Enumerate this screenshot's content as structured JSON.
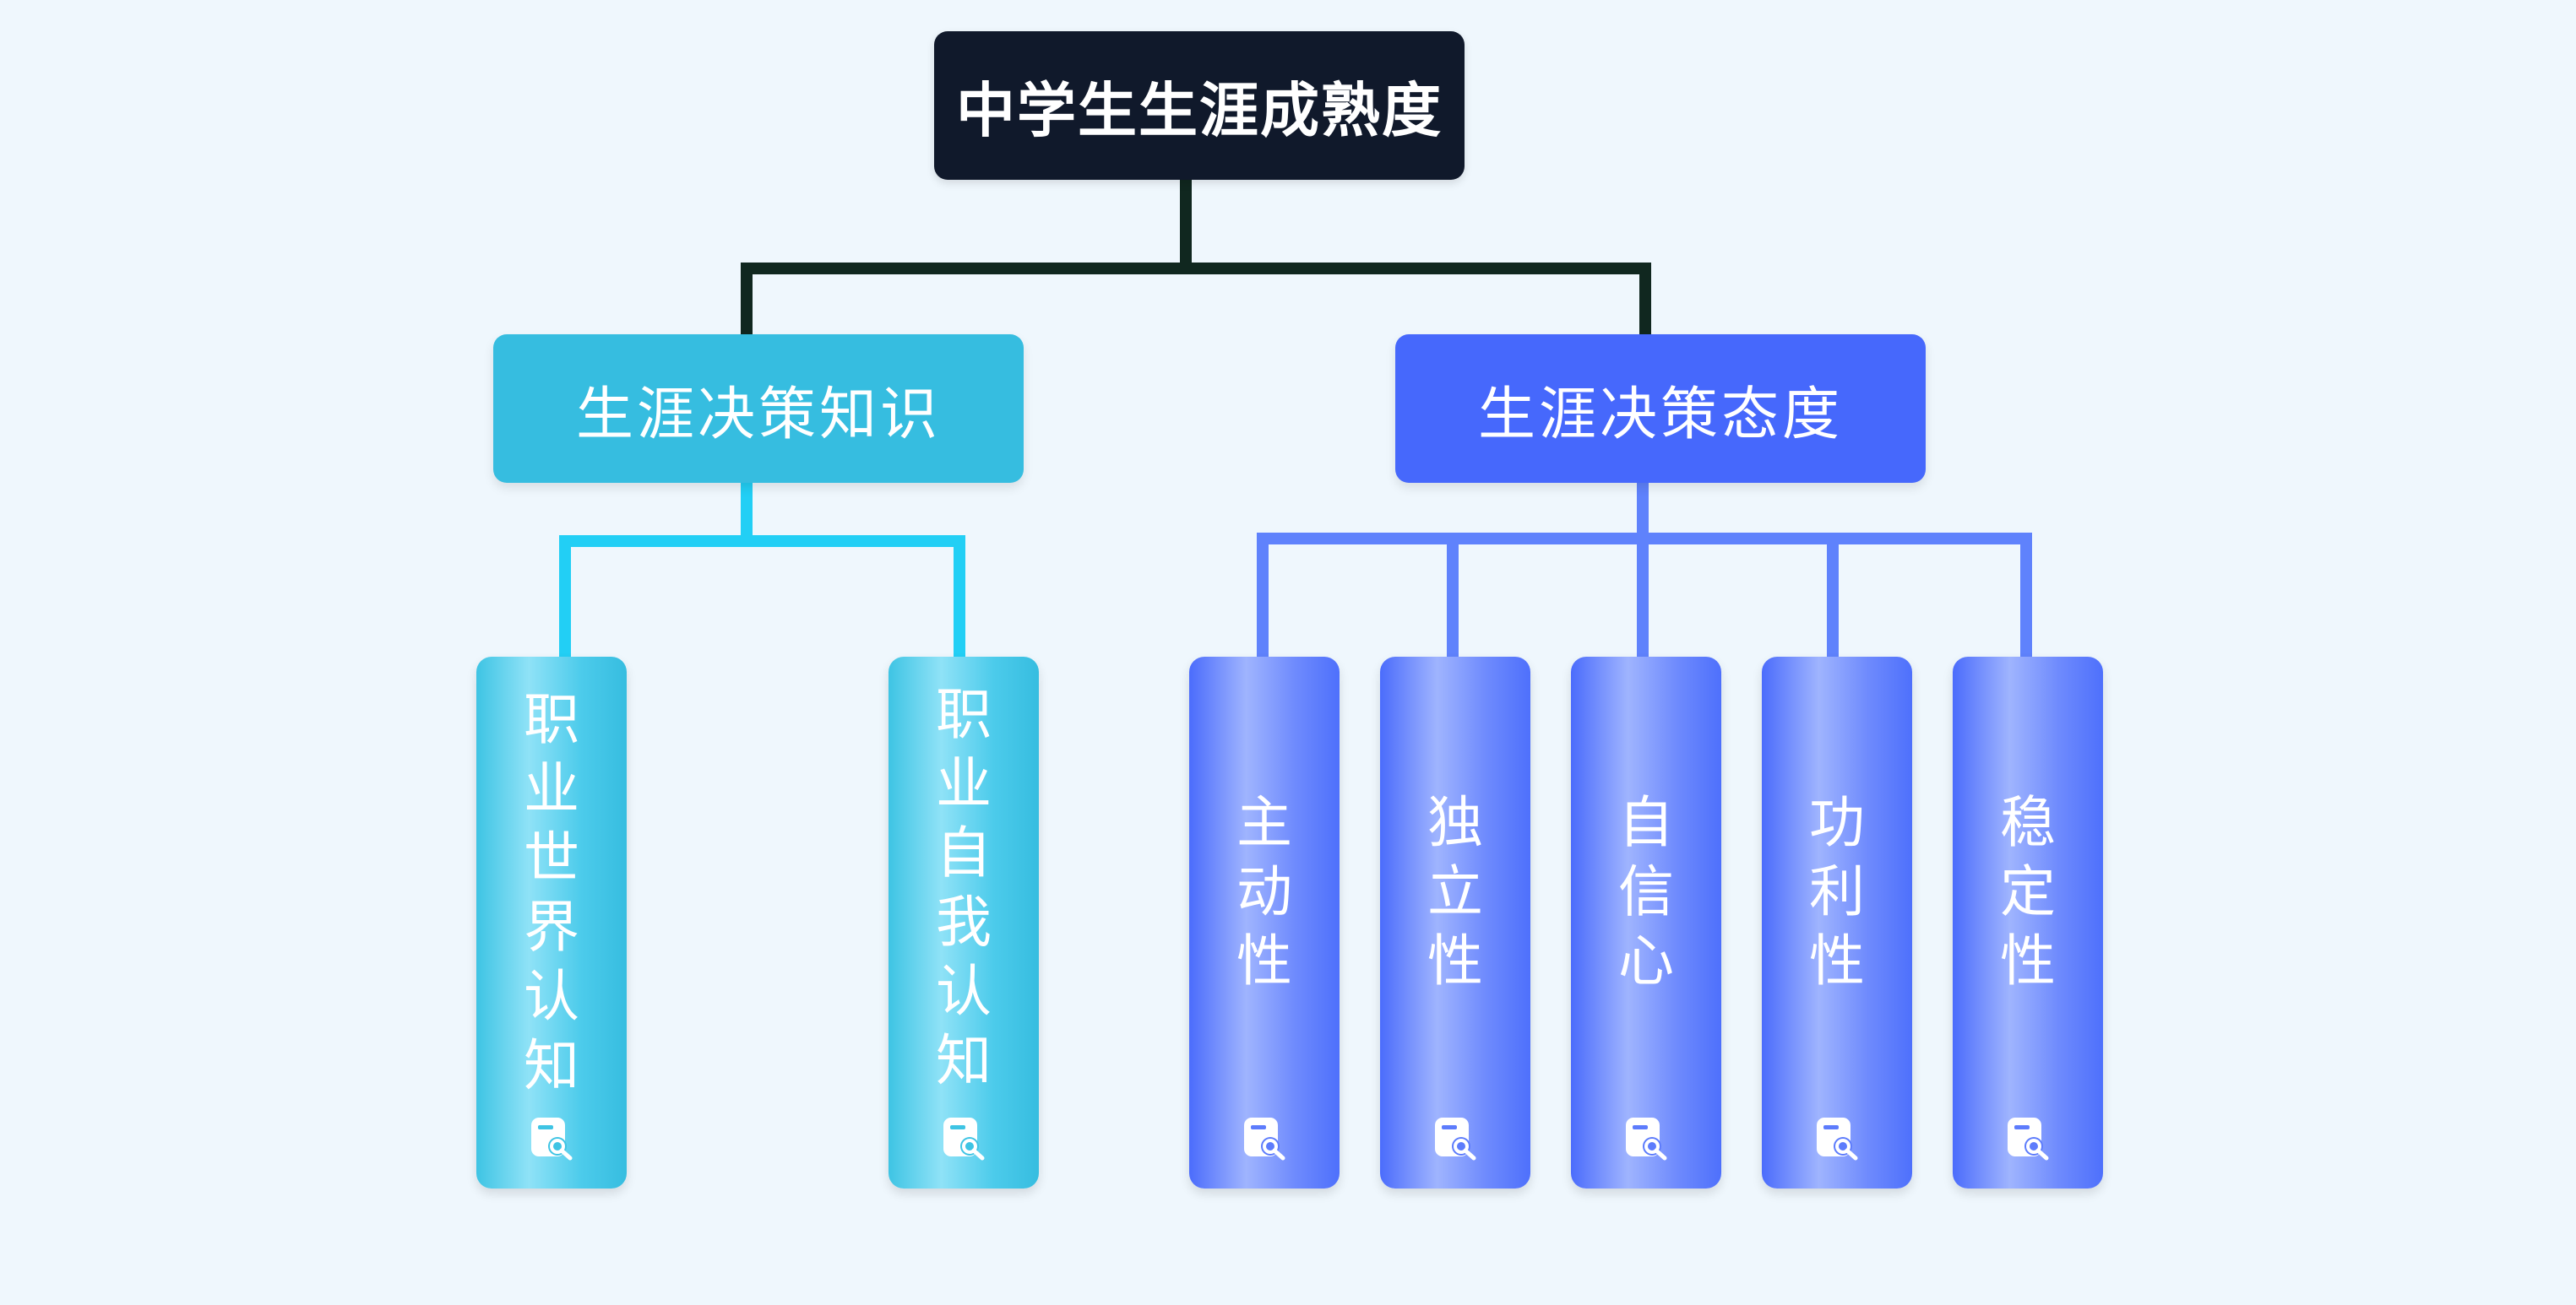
{
  "root": {
    "label": "中学生生涯成熟度"
  },
  "branches": [
    {
      "label": "生涯决策知识",
      "color": "#36bde0",
      "line_color": "#22cff5",
      "children": [
        "职业世界认知",
        "职业自我认知"
      ]
    },
    {
      "label": "生涯决策态度",
      "color": "#4668fc",
      "line_color": "#5f82fc",
      "children": [
        "主动性",
        "独立性",
        "自信心",
        "功利性",
        "稳定性"
      ]
    }
  ],
  "root_line_color": "#10271f",
  "leaf_icon": "document-search-icon"
}
